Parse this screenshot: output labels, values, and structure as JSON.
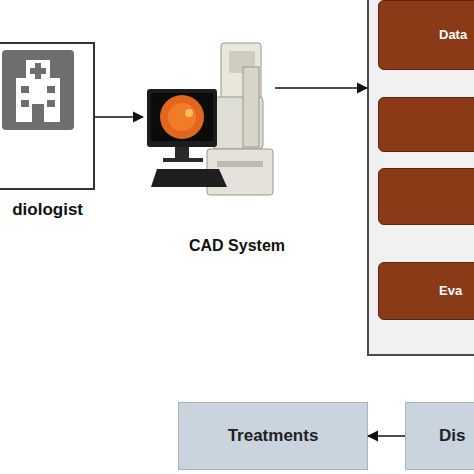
{
  "diagram": {
    "nodes": [
      {
        "text": [
          "diologist"
        ]
      },
      {
        "text": [
          "CAD System"
        ]
      },
      {
        "text": []
      },
      {
        "text": [
          "Data"
        ],
        "in": 2
      },
      {
        "text": [],
        "in": 2
      },
      {
        "text": [],
        "in": 2
      },
      {
        "text": [
          "Eva"
        ],
        "in": 2
      },
      {
        "text": [
          "Treatments"
        ]
      },
      {
        "text": [
          "Dis"
        ]
      }
    ],
    "edges": [
      {
        "from": 0,
        "to": 1,
        "arrow": "to"
      },
      {
        "from": 1,
        "to": 2,
        "arrow": "to"
      },
      {
        "from": 8,
        "to": 7,
        "arrow": "to"
      }
    ]
  }
}
